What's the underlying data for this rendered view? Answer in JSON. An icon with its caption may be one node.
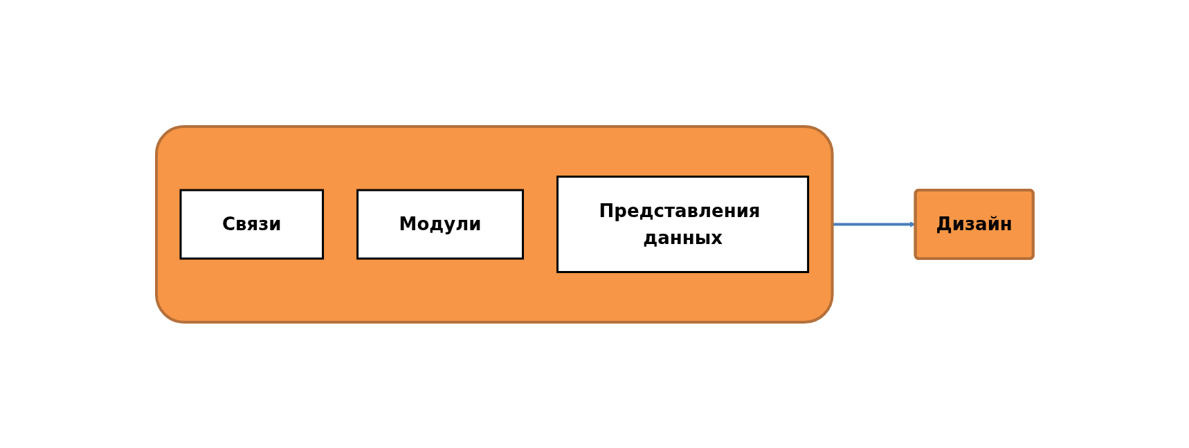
{
  "diagram": {
    "nodes": [
      {
        "text": [],
        "shape": "box"
      },
      {
        "text": [
          "Связи"
        ],
        "in": 0
      },
      {
        "text": [
          "Модули"
        ],
        "in": 0
      },
      {
        "text": [
          "Представления данных"
        ],
        "in": 0
      },
      {
        "text": [
          "Дизайн"
        ]
      }
    ],
    "edges": [
      {
        "from": 0,
        "to": 4,
        "arrow": "to"
      }
    ]
  }
}
